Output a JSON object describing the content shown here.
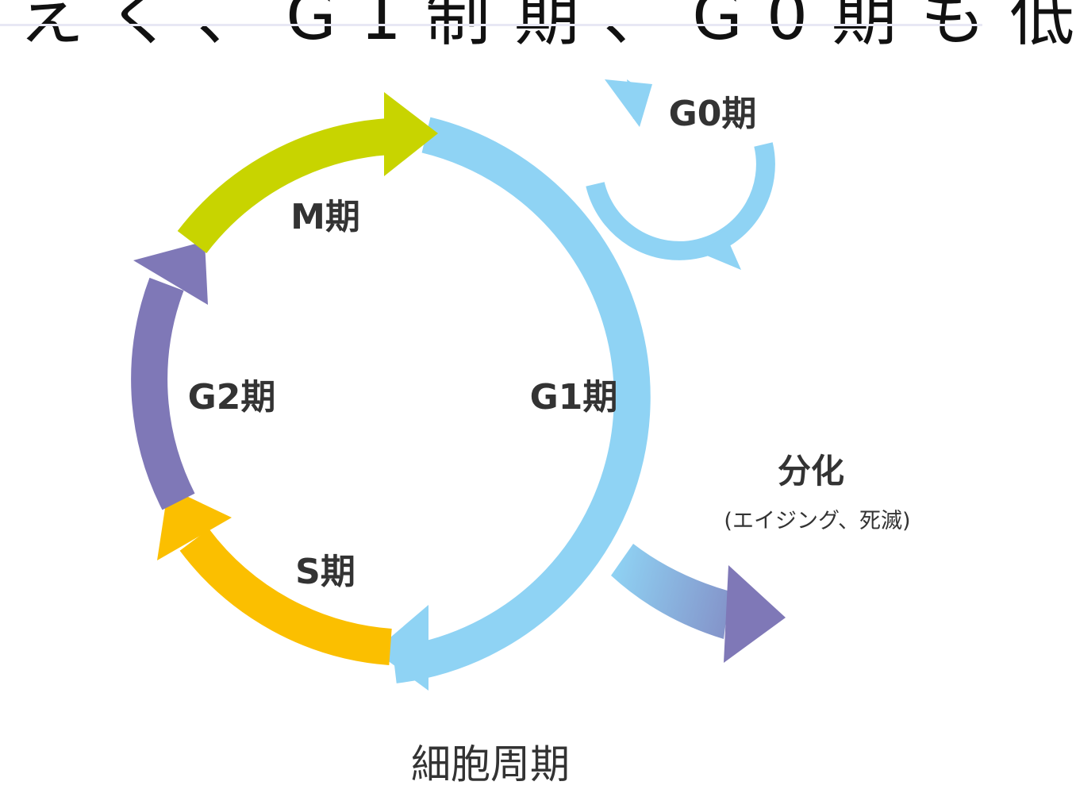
{
  "heading": {
    "partial_text": "え く 、 G 1 制 期 、 G 0 期 も 低"
  },
  "diagram": {
    "phases": {
      "m": "M期",
      "g2": "G2期",
      "s": "S期",
      "g1": "G1期",
      "g0": "G0期"
    },
    "differentiation": {
      "title": "分化",
      "subtitle": "(エイジング、死滅)"
    },
    "cycle_title": "細胞周期"
  },
  "colors": {
    "m_phase": "#c8d400",
    "g2_phase": "#7f78b7",
    "s_phase": "#fbbf00",
    "g1_phase": "#8fd3f4",
    "g0_phase": "#8fd3f4",
    "differentiation_end": "#7f78b7"
  }
}
